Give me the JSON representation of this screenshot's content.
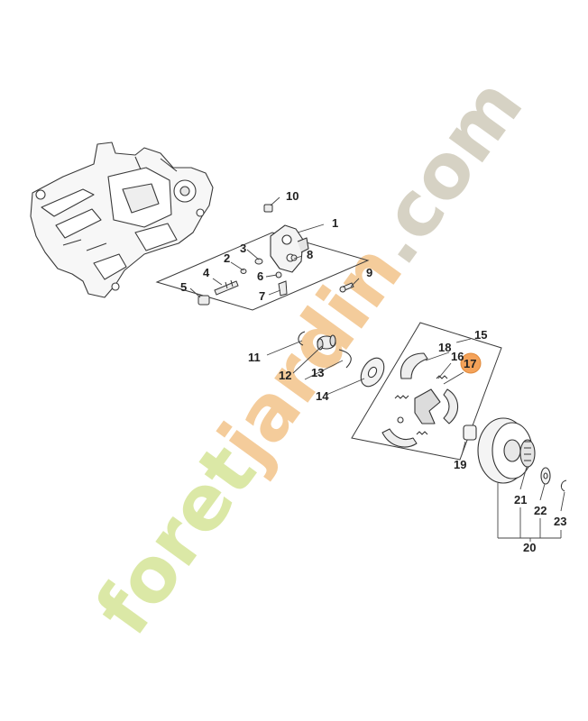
{
  "watermark": {
    "parts": [
      {
        "text": "foret",
        "color": "#dbe8a6"
      },
      {
        "text": "jardin",
        "color": "#f4cc9b"
      },
      {
        "text": ".com",
        "color": "#d6d2c4"
      }
    ]
  },
  "highlight_color": "#f4a259",
  "callouts": [
    {
      "id": "c1",
      "label": "1"
    },
    {
      "id": "c2",
      "label": "2"
    },
    {
      "id": "c3",
      "label": "3"
    },
    {
      "id": "c4",
      "label": "4"
    },
    {
      "id": "c5",
      "label": "5"
    },
    {
      "id": "c6",
      "label": "6"
    },
    {
      "id": "c7",
      "label": "7"
    },
    {
      "id": "c8",
      "label": "8"
    },
    {
      "id": "c9",
      "label": "9"
    },
    {
      "id": "c10",
      "label": "10"
    },
    {
      "id": "c11",
      "label": "11"
    },
    {
      "id": "c12",
      "label": "12"
    },
    {
      "id": "c13",
      "label": "13"
    },
    {
      "id": "c14",
      "label": "14"
    },
    {
      "id": "c15",
      "label": "15"
    },
    {
      "id": "c16",
      "label": "16"
    },
    {
      "id": "c17",
      "label": "17",
      "highlighted": true
    },
    {
      "id": "c18",
      "label": "18"
    },
    {
      "id": "c19",
      "label": "19"
    },
    {
      "id": "c20",
      "label": "20"
    },
    {
      "id": "c21",
      "label": "21"
    },
    {
      "id": "c22",
      "label": "22"
    },
    {
      "id": "c23",
      "label": "23"
    }
  ]
}
